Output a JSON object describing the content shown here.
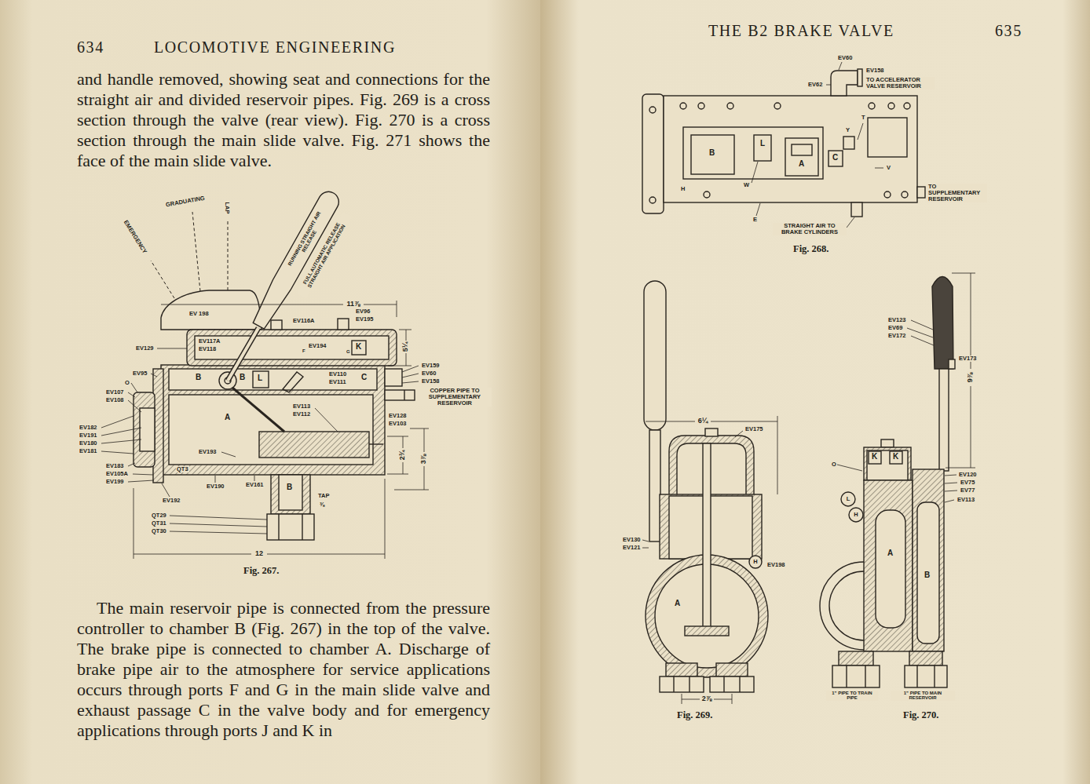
{
  "diagram": {
    "labels": [
      "634",
      "LOCOMOTIVE ENGINEERING",
      "and handle removed, showing seat and connections for the straight air and divided reservoir pipes. Fig. 269 is a cross section through the valve (rear view). Fig. 270 is a cross section through the main slide valve. Fig. 271 shows the face of the main slide valve.",
      "EMERGENCY",
      "GRADUATING",
      "LAP",
      "RUNNING STRAIGHT AIR RELEASE",
      "FULL AUTOMATIC RELEASE STRAIGHT AIR APPLICATION",
      "EV 198",
      "EV116A",
      "EV96",
      "EV195",
      "EV129",
      "EV117A",
      "EV118",
      "F",
      "EV194",
      "G",
      "K",
      "B",
      "B",
      "L",
      "EV110",
      "EV111",
      "C",
      "EV95",
      "O",
      "EV107",
      "EV108",
      "EV113",
      "EV112",
      "A",
      "EV159",
      "EV60",
      "EV158",
      "COPPER PIPE TO SUPPLEMENTARY RESERVOIR",
      "EV128",
      "EV103",
      "EV182",
      "EV191",
      "EV180",
      "EV181",
      "EV193",
      "EV183",
      "EV105A",
      "EV199",
      "QT3",
      "EV190",
      "EV161",
      "EV192",
      "B",
      "TAP",
      "⅜",
      "QT29",
      "QT31",
      "QT30",
      "11⅞",
      "5¼",
      "2¾",
      "3⅞",
      "12",
      "Fig. 267.",
      "The main reservoir pipe is connected from the pressure controller to chamber B (Fig. 267) in the top of the valve. The brake pipe is connected to chamber A. Discharge of brake pipe air to the atmosphere for service applications occurs through ports F and G in the main slide valve and exhaust passage C in the valve body and for emergency applications through ports J and K in",
      "THE B2 BRAKE VALVE",
      "635",
      "EV60",
      "EV158",
      "TO ACCELERATOR VALVE RESERVOIR",
      "EV62",
      "T",
      "Y",
      "B",
      "L",
      "A",
      "C",
      "V",
      "W",
      "H",
      "E",
      "TO SUPPLEMENTARY RESERVOIR",
      "STRAIGHT AIR TO BRAKE CYLINDERS",
      "Fig. 268.",
      "6¼",
      "EV175",
      "H",
      "EV198",
      "EV130",
      "EV121",
      "A",
      "2⅞",
      "Fig. 269.",
      "EV123",
      "EV69",
      "EV172",
      "EV173",
      "9⅞",
      "O",
      "K",
      "K",
      "L",
      "H",
      "A",
      "B",
      "EV120",
      "EV75",
      "EV77",
      "EV113",
      "1\" PIPE TO TRAIN PIPE",
      "1\" PIPE TO MAIN RESERVOIR",
      "Fig. 270."
    ]
  }
}
